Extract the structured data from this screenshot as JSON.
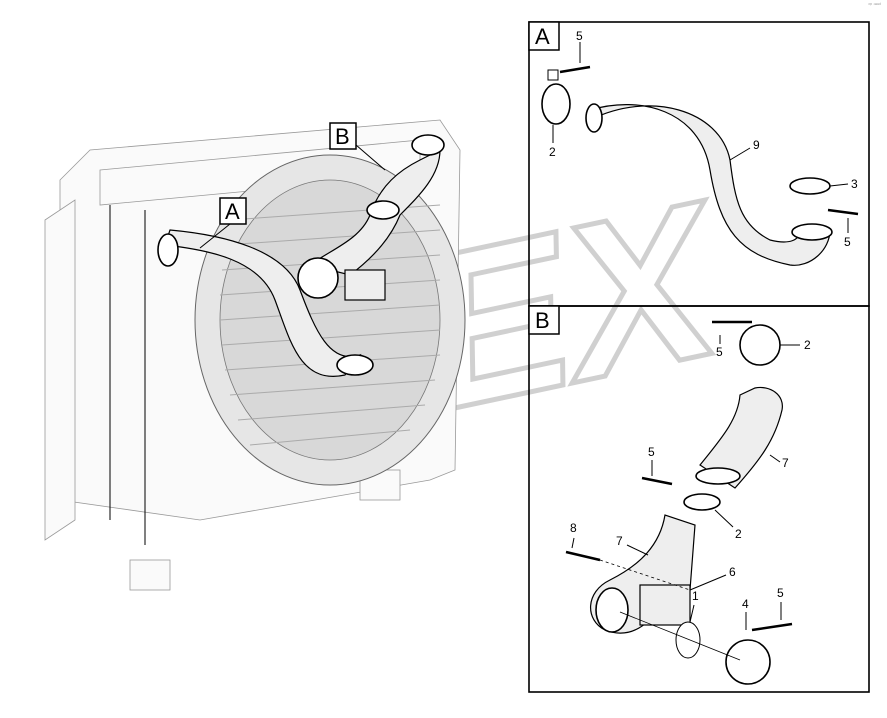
{
  "corner_mark": "ᵒᵖ ⁿᵉᵉᵈ",
  "watermark": "OPEX",
  "main_view": {
    "callout_a": "A",
    "callout_b": "B"
  },
  "detail_a": {
    "title": "A",
    "labels": {
      "clamp_left": "2",
      "bolt_top": "5",
      "hose": "9",
      "clamp_right": "3",
      "bolt_right": "5"
    }
  },
  "detail_b": {
    "title": "B",
    "labels": {
      "bolt_top": "5",
      "clamp_top": "2",
      "hose_upper": "7",
      "bolt_mid": "5",
      "clamp_mid": "2",
      "bolt_left": "8",
      "hose_lower": "7",
      "bracket": "6",
      "gasket": "1",
      "clamp_bottom": "4",
      "bolt_bottom": "5"
    }
  }
}
